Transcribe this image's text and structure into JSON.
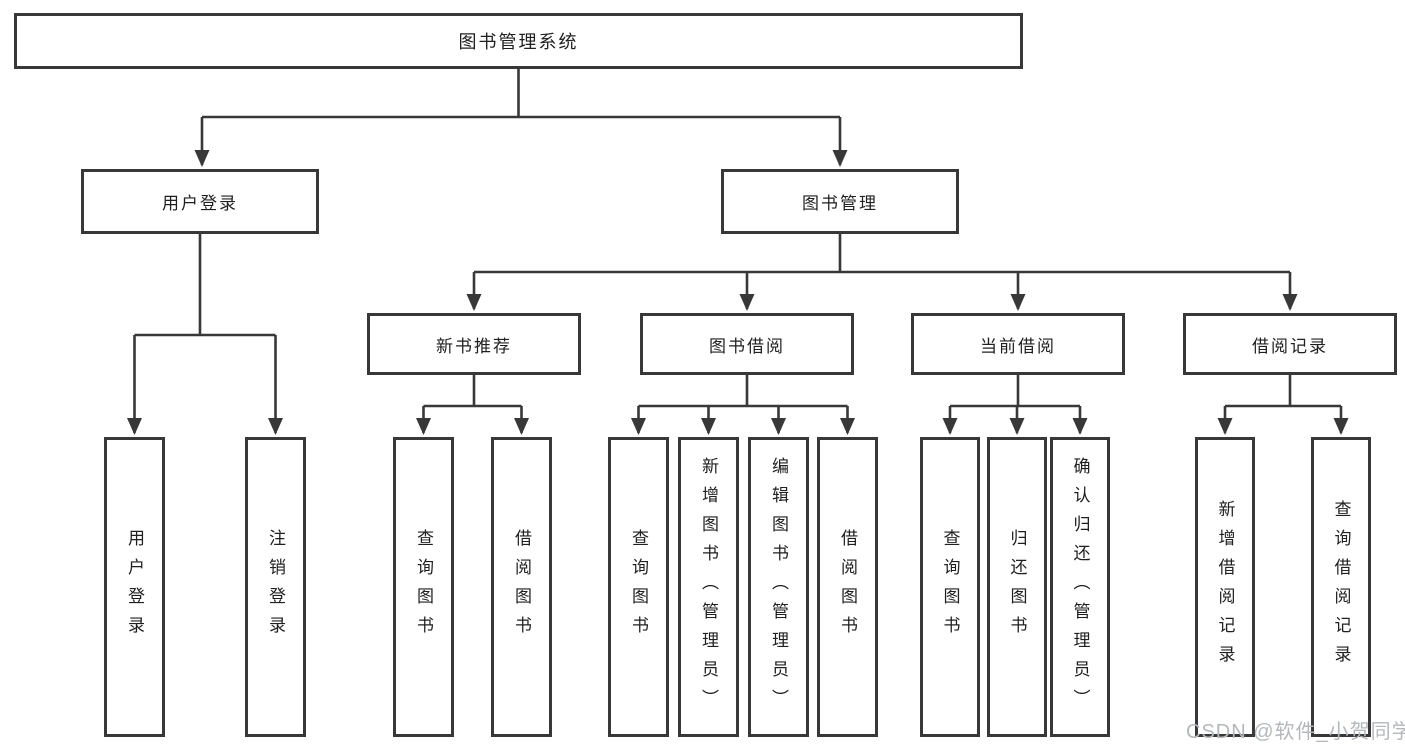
{
  "tree": {
    "label": "图书管理系统",
    "children": [
      {
        "label": "用户登录",
        "children": [
          {
            "label": "用户登录"
          },
          {
            "label": "注销登录"
          }
        ]
      },
      {
        "label": "图书管理",
        "children": [
          {
            "label": "新书推荐",
            "children": [
              {
                "label": "查询图书"
              },
              {
                "label": "借阅图书"
              }
            ]
          },
          {
            "label": "图书借阅",
            "children": [
              {
                "label": "查询图书"
              },
              {
                "label": "新增图书（管理员）"
              },
              {
                "label": "编辑图书（管理员）"
              },
              {
                "label": "借阅图书"
              }
            ]
          },
          {
            "label": "当前借阅",
            "children": [
              {
                "label": "查询图书"
              },
              {
                "label": "归还图书"
              },
              {
                "label": "确认归还（管理员）"
              }
            ]
          },
          {
            "label": "借阅记录",
            "children": [
              {
                "label": "新增借阅记录"
              },
              {
                "label": "查询借阅记录"
              }
            ]
          }
        ]
      }
    ]
  },
  "watermark": "CSDN @软件_小贺同学",
  "colors": {
    "line": "#383838",
    "text": "#202020",
    "watermark": "#b4b7bc",
    "background": "#ffffff"
  }
}
